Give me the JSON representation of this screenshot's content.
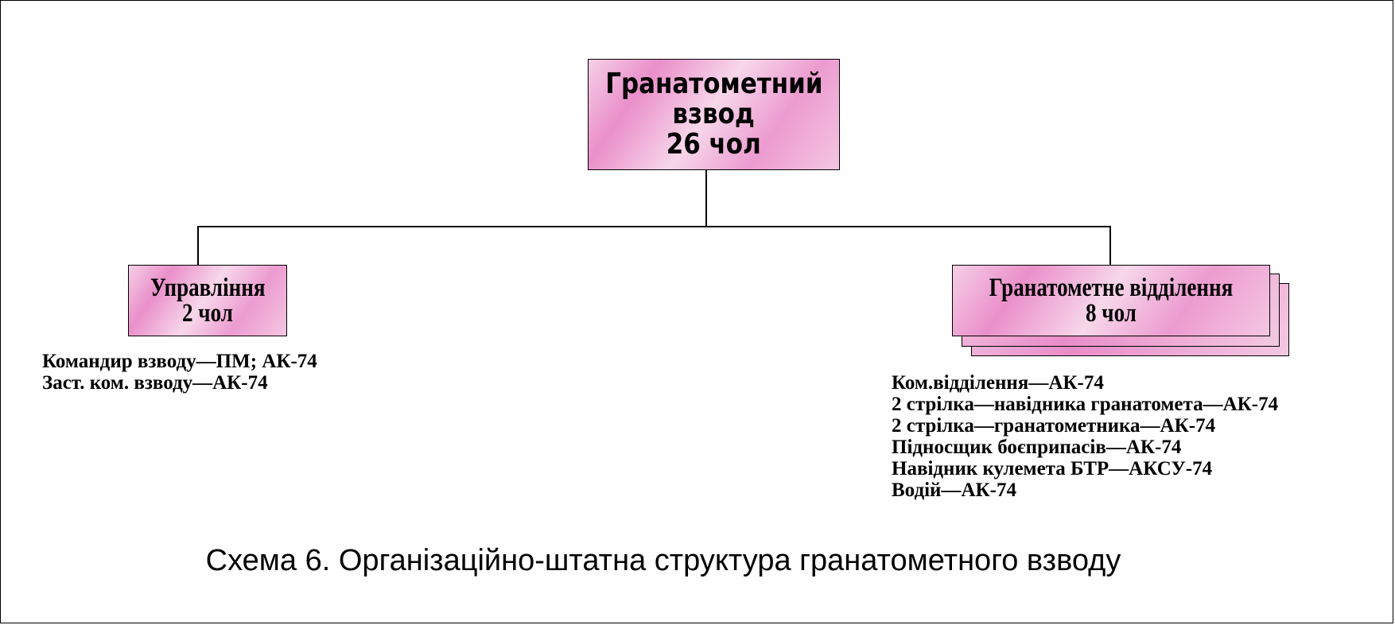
{
  "diagram": {
    "root": {
      "lines": [
        "Гранатометний",
        "взвод",
        "26 чол"
      ]
    },
    "branches": [
      {
        "title": "Управління",
        "count": "2 чол",
        "staff": [
          "Командир взводу—ПМ; АК-74",
          "Заст. ком. взводу—АК-74"
        ]
      },
      {
        "title": "Гранатометне відділення",
        "count": "8 чол",
        "staff": [
          "Ком.відділення—АК-74",
          "2 стрілка—навідника гранатомета—АК-74",
          "2 стрілка—гранатометника—АК-74",
          "Підносщик боєприпасів—АК-74",
          "Навідник кулемета БТР—АКСУ-74",
          "Водій—АК-74"
        ]
      }
    ],
    "caption": "Схема 6. Організаційно-штатна структура гранатометного взводу"
  },
  "colors": {
    "box_fill": "#ec9bd0",
    "box_highlight": "#f7d7ea",
    "line": "#000000"
  }
}
